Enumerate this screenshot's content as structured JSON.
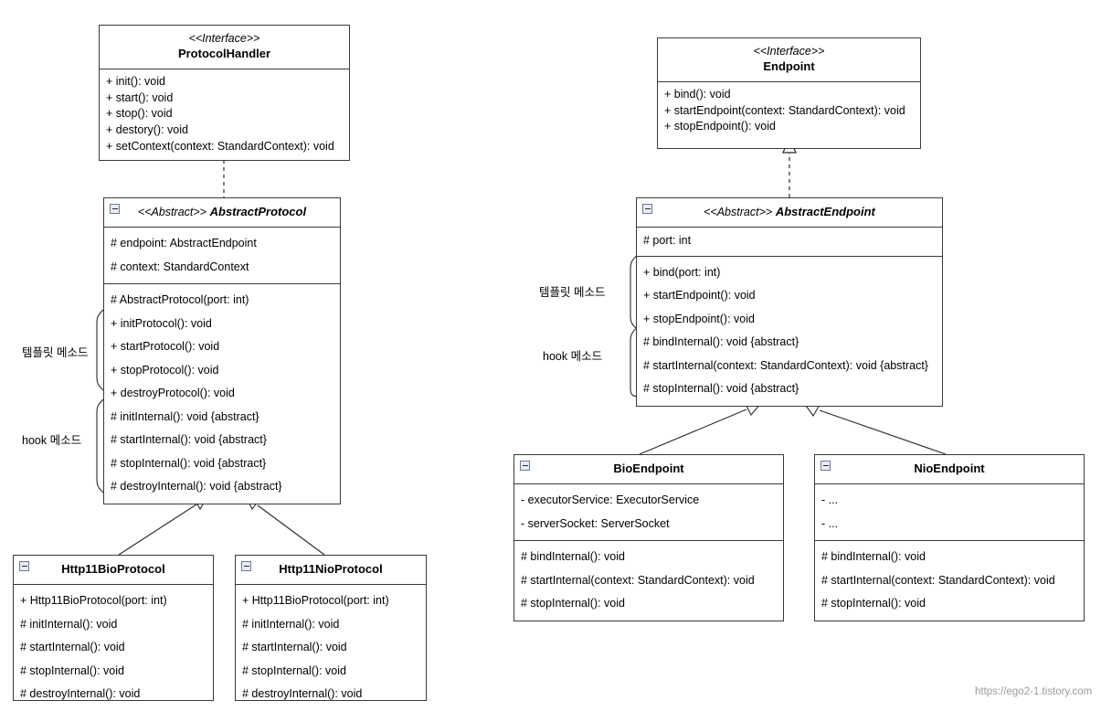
{
  "diagram": {
    "title": "Tomcat ProtocolHandler / Endpoint template method class diagram",
    "watermark": "https://ego2-1.tistory.com",
    "stereotype_interface": "<<Interface>>",
    "stereotype_abstract": "<<Abstract>>",
    "annotations": {
      "template_method": "템플릿 메소드",
      "hook_method": "hook 메소드"
    },
    "colors": {
      "background": "#ffffff",
      "stroke": "#3a3a3a",
      "text": "#000000",
      "watermark": "#9a9a9a",
      "collapse_icon_fill": "#e8ecf4",
      "collapse_icon_border": "#6b7a99"
    }
  },
  "classes": {
    "protocol_handler": {
      "stereotype": "<<Interface>>",
      "name": "ProtocolHandler",
      "members": [
        "+ init(): void",
        "+ start(): void",
        "+ stop(): void",
        "+ destory(): void",
        "+ setContext(context: StandardContext): void"
      ]
    },
    "abstract_protocol": {
      "stereotype": "<<Abstract>>",
      "name": "AbstractProtocol",
      "attributes": [
        "# endpoint: AbstractEndpoint",
        "# context: StandardContext"
      ],
      "operations": [
        "# AbstractProtocol(port: int)",
        "+ initProtocol(): void",
        "+ startProtocol(): void",
        "+ stopProtocol(): void",
        "+ destroyProtocol(): void",
        "# initInternal(): void {abstract}",
        "# startInternal(): void {abstract}",
        "# stopInternal(): void {abstract}",
        "# destroyInternal(): void {abstract}"
      ]
    },
    "http11_bio_protocol": {
      "name": "Http11BioProtocol",
      "members": [
        "+ Http11BioProtocol(port: int)",
        "# initInternal(): void",
        "# startInternal(): void",
        "# stopInternal(): void",
        "# destroyInternal(): void"
      ]
    },
    "http11_nio_protocol": {
      "name": "Http11NioProtocol",
      "members": [
        "+ Http11BioProtocol(port: int)",
        "# initInternal(): void",
        "# startInternal(): void",
        "# stopInternal(): void",
        "# destroyInternal(): void"
      ]
    },
    "endpoint": {
      "stereotype": "<<Interface>>",
      "name": "Endpoint",
      "members": [
        "+ bind(): void",
        "+ startEndpoint(context: StandardContext): void",
        "+ stopEndpoint(): void"
      ]
    },
    "abstract_endpoint": {
      "stereotype": "<<Abstract>>",
      "name": "AbstractEndpoint",
      "attributes": [
        "# port: int"
      ],
      "operations": [
        "+ bind(port: int)",
        "+ startEndpoint(): void",
        "+ stopEndpoint(): void",
        "# bindInternal(): void {abstract}",
        "# startInternal(context: StandardContext): void {abstract}",
        "# stopInternal(): void {abstract}"
      ]
    },
    "bio_endpoint": {
      "name": "BioEndpoint",
      "attributes": [
        "- executorService: ExecutorService",
        "- serverSocket: ServerSocket"
      ],
      "operations": [
        "# bindInternal(): void",
        "# startInternal(context: StandardContext): void",
        "# stopInternal(): void"
      ]
    },
    "nio_endpoint": {
      "name": "NioEndpoint",
      "attributes": [
        "- ...",
        "- ..."
      ],
      "operations": [
        "# bindInternal(): void",
        "# startInternal(context: StandardContext): void",
        "# stopInternal(): void"
      ]
    }
  },
  "relationships": [
    {
      "type": "realization",
      "from": "AbstractProtocol",
      "to": "ProtocolHandler"
    },
    {
      "type": "generalization",
      "from": "Http11BioProtocol",
      "to": "AbstractProtocol"
    },
    {
      "type": "generalization",
      "from": "Http11NioProtocol",
      "to": "AbstractProtocol"
    },
    {
      "type": "realization",
      "from": "AbstractEndpoint",
      "to": "Endpoint"
    },
    {
      "type": "generalization",
      "from": "BioEndpoint",
      "to": "AbstractEndpoint"
    },
    {
      "type": "generalization",
      "from": "NioEndpoint",
      "to": "AbstractEndpoint"
    }
  ]
}
